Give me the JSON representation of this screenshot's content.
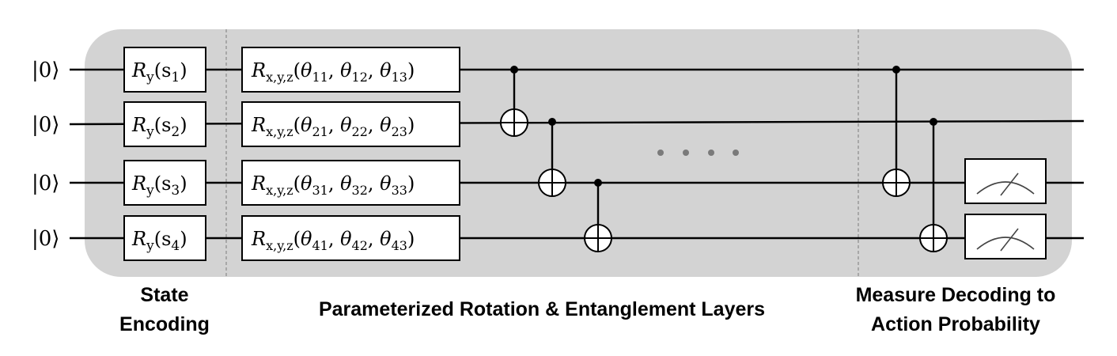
{
  "diagram": {
    "qubit_input_label": "|0⟩",
    "encoding_gates": [
      {
        "op": "R",
        "op_sub": "y",
        "arg": "s",
        "arg_sub": "1"
      },
      {
        "op": "R",
        "op_sub": "y",
        "arg": "s",
        "arg_sub": "2"
      },
      {
        "op": "R",
        "op_sub": "y",
        "arg": "s",
        "arg_sub": "3"
      },
      {
        "op": "R",
        "op_sub": "y",
        "arg": "s",
        "arg_sub": "4"
      }
    ],
    "rotation_gates": [
      {
        "op": "R",
        "op_sub": "x,y,z",
        "params": [
          [
            "θ",
            "11"
          ],
          [
            "θ",
            "12"
          ],
          [
            "θ",
            "13"
          ]
        ]
      },
      {
        "op": "R",
        "op_sub": "x,y,z",
        "params": [
          [
            "θ",
            "21"
          ],
          [
            "θ",
            "22"
          ],
          [
            "θ",
            "23"
          ]
        ]
      },
      {
        "op": "R",
        "op_sub": "x,y,z",
        "params": [
          [
            "θ",
            "31"
          ],
          [
            "θ",
            "32"
          ],
          [
            "θ",
            "33"
          ]
        ]
      },
      {
        "op": "R",
        "op_sub": "x,y,z",
        "params": [
          [
            "θ",
            "41"
          ],
          [
            "θ",
            "42"
          ],
          [
            "θ",
            "43"
          ]
        ]
      }
    ],
    "entangling_cnots": [
      {
        "control": 1,
        "target": 2
      },
      {
        "control": 2,
        "target": 3
      },
      {
        "control": 3,
        "target": 4
      },
      {
        "control": 1,
        "target": 3
      },
      {
        "control": 2,
        "target": 4
      }
    ],
    "measured_qubits": [
      3,
      4
    ],
    "section_labels": {
      "encoding": [
        "State",
        "Encoding"
      ],
      "layers": [
        "Parameterized Rotation  & Entanglement Layers"
      ],
      "measure": [
        "Measure Decoding to",
        "Action Probability"
      ]
    },
    "colors": {
      "panel": "#d3d3d3",
      "wire": "#000000",
      "separator": "#8a8a8a",
      "ellipsis": "#7a7a7a"
    }
  }
}
